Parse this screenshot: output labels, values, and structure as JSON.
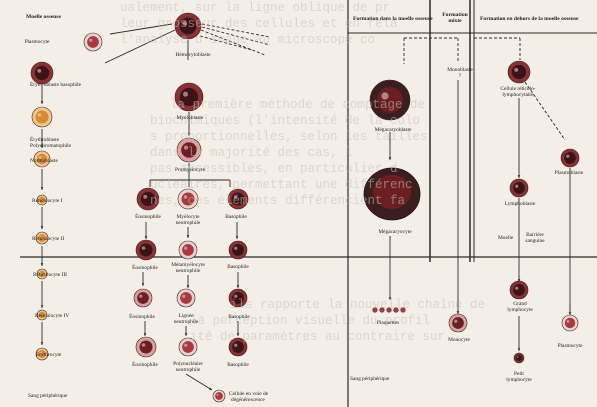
{
  "colors": {
    "paper": "#f3efe6",
    "line": "#2a2a2a",
    "cell_dark": "#6b1f24",
    "cell_mid": "#a8393f",
    "cell_light": "#d9a2a0",
    "nucleus": "#3a1416",
    "orange": "#d98a34",
    "grey_text": "#c7c2b8"
  },
  "headers": {
    "marrow": "Formation dans la moelle osseuse",
    "mixed": "Formation mixte",
    "outside": "Formation en dehors de la moelle osseuse",
    "top_left": "Moelle osseuse"
  },
  "labels": {
    "plasmocyte_left": "Plasmocyte",
    "hemocytoblaste": "Hémocytoblaste",
    "erythroblaste_basophile": "Érythroblaste basophile",
    "erythroblaste_poly_1": "Érythroblaste",
    "erythroblaste_poly_2": "Polychromatophile",
    "myeloblaste": "Myéloblaste",
    "normoblaste": "Normoblaste",
    "promyelocyte": "Promyélocyte",
    "reticulocyte_1": "Réticulocyte I",
    "reticulocyte_2": "Réticulocyte II",
    "reticulocyte_3": "Réticulocyte III",
    "reticulocyte_4": "Réticulocyte IV",
    "erythrocyte": "Érythrocyte",
    "sang_left": "Sang périphérique",
    "eosino_1": "Éosinophile",
    "myelocyte_1": "Myélocyte",
    "myelocyte_2": "neutrophile",
    "basophile_1": "Basophile",
    "eosino_2": "Éosinophile",
    "metamyelo_1": "Métamyélocyte",
    "metamyelo_2": "neutrophile",
    "basophile_2": "Basophile",
    "eosino_3": "Éosinophile",
    "lignee_1": "Lignée",
    "lignee_2": "neutrophile",
    "basophile_3": "Basophile",
    "eosino_4": "Éosinophile",
    "polynucleaire_1": "Polynucléaire",
    "polynucleaire_2": "neutrophile",
    "basophile_4": "Basophile",
    "degenerescence_1": "Cellule en voie de",
    "degenerescence_2": "dégénérescence",
    "megacaryoblaste": "Mégacaryoblaste",
    "megacaryocyte": "Mégacaryocyte",
    "plaquettes": "Plaquettes",
    "sang_right": "Sang périphérique",
    "monoblaste": "Monoblaste",
    "mono_q": "?",
    "monocyte": "Monocyte",
    "reticulo_1": "Cellule réticulo-",
    "reticulo_2": "lymphocytaire",
    "plasmoblaste": "Plasmoblaste",
    "lymphoblaste": "Lymphoblaste",
    "moelle": "Moelle",
    "barriere_1": "Barrière",
    "barriere_2": "sanguine",
    "grand_lympho_1": "Grand",
    "grand_lympho_2": "lymphocyte",
    "plasmocyte_right": "Plasmocyte",
    "petit_lympho_1": "Petit",
    "petit_lympho_2": "lymphocyte"
  },
  "ghost_text": [
    "ualement, sur la ligne oblique de pr",
    "leur grosseur des cellules et en rela",
    "l'analyse d'image au microscope co",
    "la première méthode de comptage de",
    "biochimiques (l'intensité de la colo",
    "s proportionnelles, selon les tailles",
    "dans la majorité des cas, l",
    "pas accessibles, en particulier d",
    "ucleaires, permettant une différenc",
    "nes, ces éléments différencient fa",
    "ils rapporte la nouvelle chaîne de",
    "la perception visuelle du profil",
    "ité de paramètres au contraire sur"
  ]
}
